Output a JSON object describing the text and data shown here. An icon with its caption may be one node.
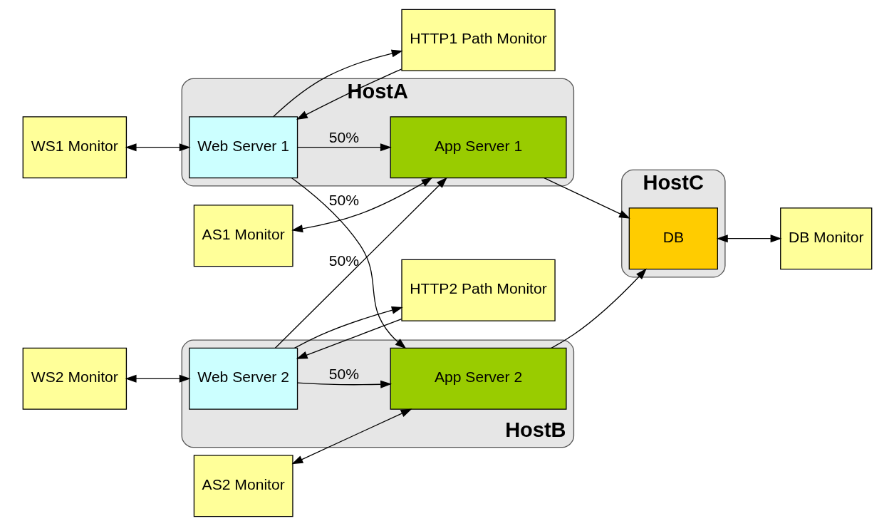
{
  "diagram": {
    "nodes": [
      {
        "text": [
          "HostA"
        ]
      },
      {
        "text": [
          "Web Server 1"
        ],
        "in": 0
      },
      {
        "text": [
          "App Server 1"
        ],
        "in": 0
      },
      {
        "text": [
          "HTTP1 Path Monitor"
        ]
      },
      {
        "text": [
          "WS1 Monitor"
        ]
      },
      {
        "text": [
          "AS1 Monitor"
        ]
      },
      {
        "text": [
          "HostC"
        ]
      },
      {
        "text": [
          "DB"
        ],
        "in": 6
      },
      {
        "text": [
          "WS2 Monitor"
        ]
      },
      {
        "text": [
          "AS2 Monitor"
        ]
      },
      {
        "text": [
          "HostB"
        ]
      },
      {
        "text": [
          "Web Server 2"
        ],
        "in": 10
      },
      {
        "text": [
          "App Server 2"
        ],
        "in": 10
      },
      {
        "text": [
          "HTTP2 Path Monitor"
        ]
      },
      {
        "text": [
          "DB Monitor"
        ]
      }
    ],
    "edges": [
      {
        "from": 3,
        "to": 1,
        "arrow": "to"
      },
      {
        "from": 1,
        "to": 3,
        "arrow": "to"
      },
      {
        "from": 1,
        "to": 2,
        "arrow": "to",
        "label": "50%"
      },
      {
        "from": 1,
        "to": 12,
        "arrow": "to",
        "label": "50%"
      },
      {
        "from": 11,
        "to": 2,
        "arrow": "to",
        "label": "50%"
      },
      {
        "from": 11,
        "to": 12,
        "arrow": "to",
        "label": "50%"
      },
      {
        "from": 4,
        "to": 1,
        "arrow": "both"
      },
      {
        "from": 5,
        "to": 2,
        "arrow": "both"
      },
      {
        "from": 2,
        "to": 7,
        "arrow": "to"
      },
      {
        "from": 12,
        "to": 7,
        "arrow": "to"
      },
      {
        "from": 8,
        "to": 11,
        "arrow": "both"
      },
      {
        "from": 9,
        "to": 12,
        "arrow": "both"
      },
      {
        "from": 13,
        "to": 11,
        "arrow": "to"
      },
      {
        "from": 11,
        "to": 13,
        "arrow": "to"
      },
      {
        "from": 7,
        "to": 14,
        "arrow": "both"
      }
    ]
  }
}
